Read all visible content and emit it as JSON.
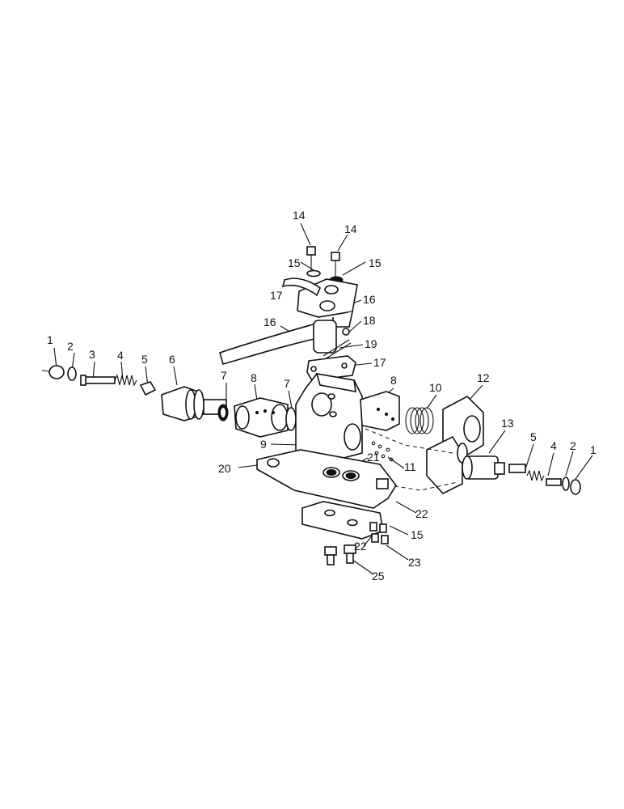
{
  "callouts": [
    {
      "id": "l14a",
      "text": "14"
    },
    {
      "id": "l14b",
      "text": "14"
    },
    {
      "id": "l15a",
      "text": "15"
    },
    {
      "id": "l15b",
      "text": "15"
    },
    {
      "id": "l17a",
      "text": "17"
    },
    {
      "id": "l16a",
      "text": "16"
    },
    {
      "id": "l16b",
      "text": "16"
    },
    {
      "id": "l18",
      "text": "18"
    },
    {
      "id": "l19",
      "text": "19"
    },
    {
      "id": "l17b",
      "text": "17"
    },
    {
      "id": "l1a",
      "text": "1"
    },
    {
      "id": "l2a",
      "text": "2"
    },
    {
      "id": "l3",
      "text": "3"
    },
    {
      "id": "l4a",
      "text": "4"
    },
    {
      "id": "l5a",
      "text": "5"
    },
    {
      "id": "l6",
      "text": "6"
    },
    {
      "id": "l7a",
      "text": "7"
    },
    {
      "id": "l8a",
      "text": "8"
    },
    {
      "id": "l7b",
      "text": "7"
    },
    {
      "id": "l8b",
      "text": "8"
    },
    {
      "id": "l10",
      "text": "10"
    },
    {
      "id": "l12",
      "text": "12"
    },
    {
      "id": "l13",
      "text": "13"
    },
    {
      "id": "l5b",
      "text": "5"
    },
    {
      "id": "l4b",
      "text": "4"
    },
    {
      "id": "l2b",
      "text": "2"
    },
    {
      "id": "l1b",
      "text": "1"
    },
    {
      "id": "l9",
      "text": "9"
    },
    {
      "id": "l20",
      "text": "20"
    },
    {
      "id": "l21",
      "text": "21"
    },
    {
      "id": "l11",
      "text": "11"
    },
    {
      "id": "l22a",
      "text": "22"
    },
    {
      "id": "l15c",
      "text": "15"
    },
    {
      "id": "l22b",
      "text": "22"
    },
    {
      "id": "l23",
      "text": "23"
    },
    {
      "id": "l25",
      "text": "25"
    }
  ]
}
